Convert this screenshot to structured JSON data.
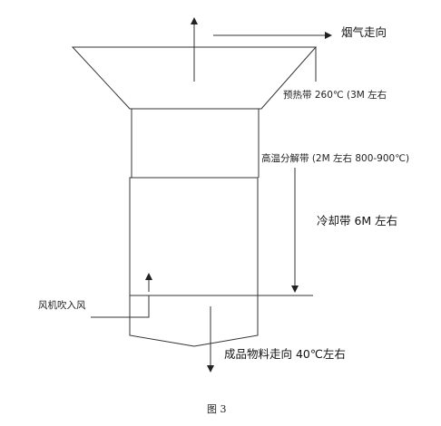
{
  "labels": {
    "smoke_direction": "烟气走向",
    "preheat_zone": "预热带 260℃ (3M 左右",
    "decomposition_zone": "高温分解带 (2M 左右 800-900℃)",
    "cooling_zone": "冷却带 6M 左右",
    "air_inlet": "风机吹入风",
    "product_outlet": "成品物料走向 40℃左右"
  },
  "caption": "图 3"
}
